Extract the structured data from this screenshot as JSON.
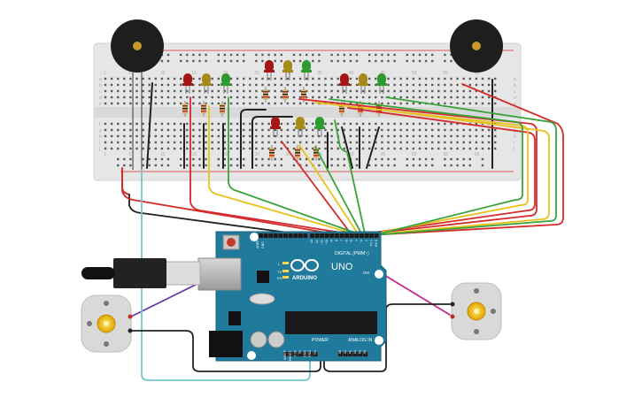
{
  "board": {
    "brand": "ARDUINO",
    "model": "UNO",
    "digital_header": "DIGITAL (PWM~)",
    "power_header": "POWER",
    "analog_header": "ANALOG IN",
    "on_label": "ON",
    "aref_label": "AREF",
    "gnd_label": "GND",
    "tx_label": "TX",
    "rx_label": "RX",
    "l_label": "L",
    "digital_pins": [
      "13",
      "12",
      "~11",
      "~10",
      "~9",
      "8",
      "7",
      "~6",
      "~5",
      "4",
      "~3",
      "2",
      "TX 1",
      "RX 0"
    ],
    "power_pins": [
      "IOREF",
      "RESET",
      "3.3V",
      "5V",
      "GND",
      "GND",
      "Vin"
    ],
    "analog_pins": [
      "A0",
      "A1",
      "A2",
      "A3",
      "A4",
      "A5"
    ]
  },
  "breadboard": {
    "column_numbers": [
      "1",
      "5",
      "10",
      "15",
      "20",
      "25",
      "30",
      "35",
      "40",
      "45",
      "50",
      "55",
      "60"
    ],
    "row_letters_top": [
      "a",
      "b",
      "c",
      "d",
      "e"
    ],
    "row_letters_bottom": [
      "f",
      "g",
      "h",
      "i",
      "j"
    ]
  },
  "colors": {
    "wire_red": "#d42a2a",
    "wire_yellow": "#e8c21a",
    "wire_green": "#3aa23a",
    "wire_black": "#222222",
    "wire_purple": "#6a3aa0",
    "wire_magenta": "#c2298a",
    "wire_cyan": "#6fc6cf",
    "board": "#1f7a9c",
    "breadboard": "#e6e6e6"
  }
}
